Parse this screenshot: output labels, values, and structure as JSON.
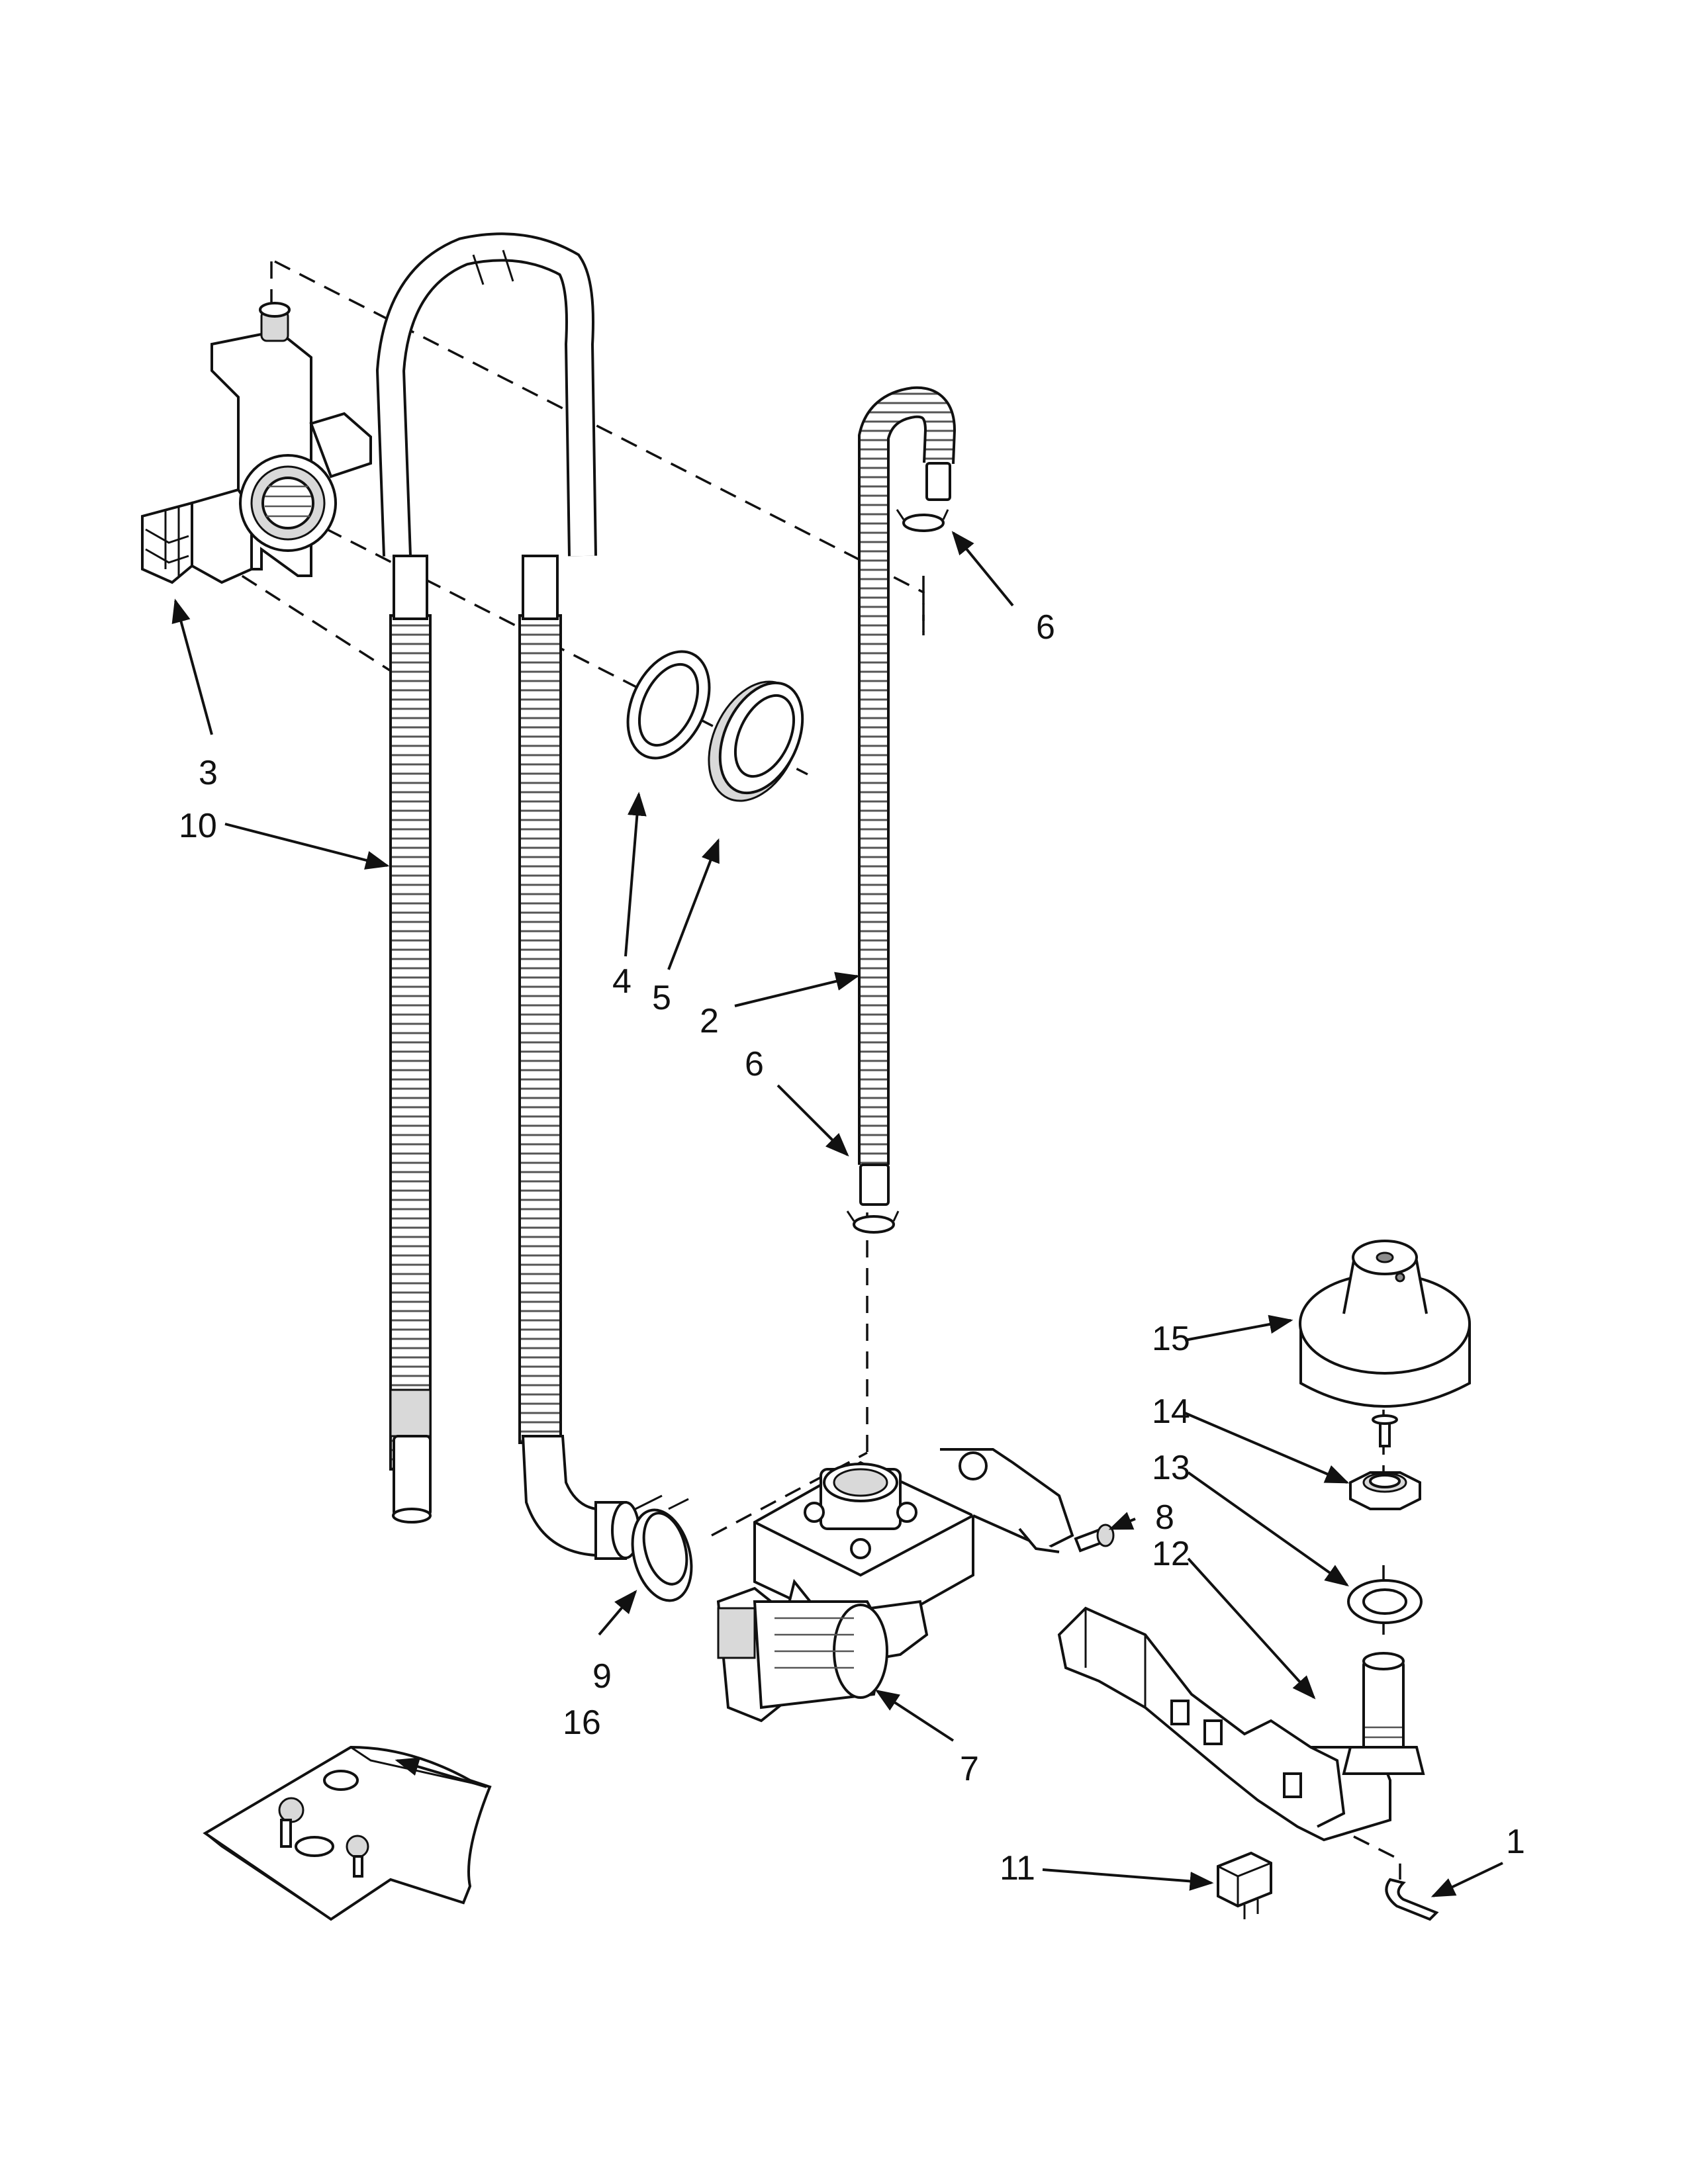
{
  "callouts": [
    {
      "id": "c1",
      "label": "1"
    },
    {
      "id": "c2",
      "label": "2"
    },
    {
      "id": "c3",
      "label": "3"
    },
    {
      "id": "c4",
      "label": "4"
    },
    {
      "id": "c5",
      "label": "5"
    },
    {
      "id": "c6a",
      "label": "6"
    },
    {
      "id": "c6b",
      "label": "6"
    },
    {
      "id": "c7",
      "label": "7"
    },
    {
      "id": "c8",
      "label": "8"
    },
    {
      "id": "c9",
      "label": "9"
    },
    {
      "id": "c10",
      "label": "10"
    },
    {
      "id": "c11",
      "label": "11"
    },
    {
      "id": "c12",
      "label": "12"
    },
    {
      "id": "c13",
      "label": "13"
    },
    {
      "id": "c14",
      "label": "14"
    },
    {
      "id": "c15",
      "label": "15"
    },
    {
      "id": "c16",
      "label": "16"
    }
  ]
}
